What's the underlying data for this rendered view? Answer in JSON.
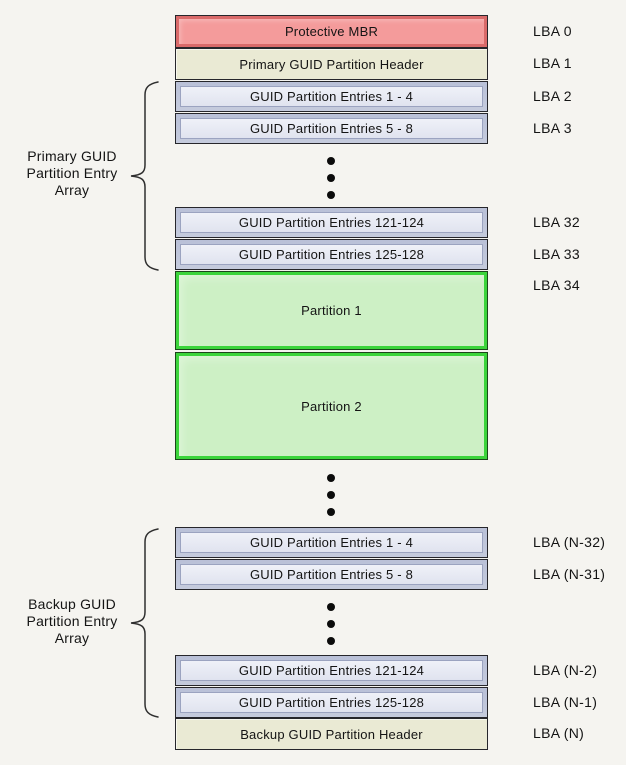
{
  "left_labels": {
    "primary": "Primary GUID\nPartition Entry\nArray",
    "backup": "Backup GUID\nPartition Entry\nArray"
  },
  "blocks": [
    {
      "label": "Protective MBR",
      "lba": "LBA 0"
    },
    {
      "label": "Primary GUID Partition Header",
      "lba": "LBA 1"
    },
    {
      "label": "GUID Partition Entries 1 - 4",
      "lba": "LBA 2"
    },
    {
      "label": "GUID Partition Entries 5 - 8",
      "lba": "LBA 3"
    },
    {
      "label": "GUID Partition Entries 121-124",
      "lba": "LBA 32"
    },
    {
      "label": "GUID Partition Entries 125-128",
      "lba": "LBA 33"
    },
    {
      "label": "Partition 1",
      "lba": "LBA 34"
    },
    {
      "label": "Partition 2",
      "lba": ""
    },
    {
      "label": "GUID Partition Entries 1 - 4",
      "lba": "LBA (N-32)"
    },
    {
      "label": "GUID Partition Entries 5 - 8",
      "lba": "LBA (N-31)"
    },
    {
      "label": "GUID Partition Entries 121-124",
      "lba": "LBA (N-2)"
    },
    {
      "label": "GUID Partition Entries 125-128",
      "lba": "LBA (N-1)"
    },
    {
      "label": "Backup GUID Partition Header",
      "lba": "LBA (N)"
    }
  ],
  "icons": {
    "ellipsis": "vertical-three-dots",
    "brace": "curly-brace-left"
  },
  "colors": {
    "background": "#f5f4f0",
    "mbr_fill": "#f49b9b",
    "mbr_border": "#d96a6a",
    "header_fill": "#eaead4",
    "entries_fill": "#c5cbdd",
    "entries_inner_fill": "#e0e3ef",
    "partition_fill": "#cdf0c5",
    "partition_border": "#3bd43b",
    "outline_dark": "#26262b",
    "text": "#141414"
  }
}
